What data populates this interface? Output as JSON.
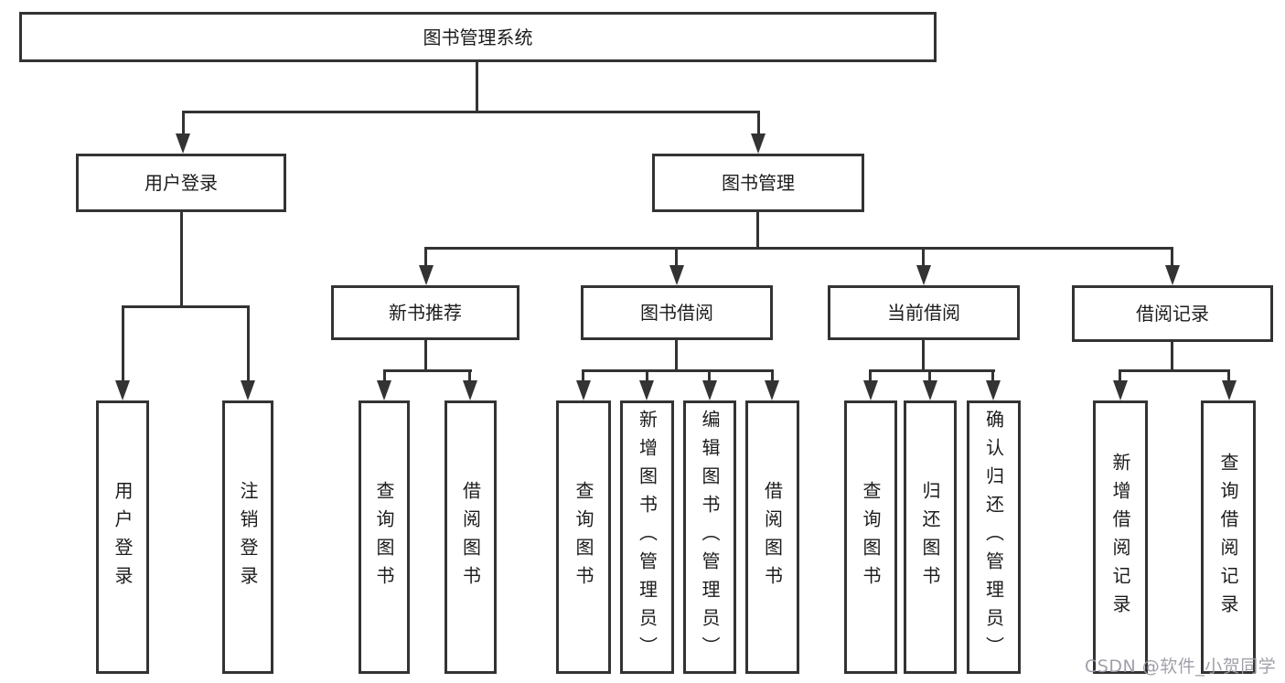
{
  "diagram": {
    "colors": {
      "line": "#333333",
      "box_fill": "#ffffff",
      "text": "#1c1c1c"
    },
    "root": {
      "label": "图书管理系统",
      "children": [
        {
          "label": "用户登录",
          "children": [
            {
              "label": "用户登录"
            },
            {
              "label": "注销登录"
            }
          ]
        },
        {
          "label": "图书管理",
          "children": [
            {
              "label": "新书推荐",
              "children": [
                {
                  "label": "查询图书"
                },
                {
                  "label": "借阅图书"
                }
              ]
            },
            {
              "label": "图书借阅",
              "children": [
                {
                  "label": "查询图书"
                },
                {
                  "label": "新增图书（管理员）"
                },
                {
                  "label": "编辑图书（管理员）"
                },
                {
                  "label": "借阅图书"
                }
              ]
            },
            {
              "label": "当前借阅",
              "children": [
                {
                  "label": "查询图书"
                },
                {
                  "label": "归还图书"
                },
                {
                  "label": "确认归还（管理员）"
                }
              ]
            },
            {
              "label": "借阅记录",
              "children": [
                {
                  "label": "新增借阅记录"
                },
                {
                  "label": "查询借阅记录"
                }
              ]
            }
          ]
        }
      ]
    }
  },
  "watermark": {
    "text": "CSDN @软件_小贺同学",
    "color": "#9b9ba5"
  }
}
